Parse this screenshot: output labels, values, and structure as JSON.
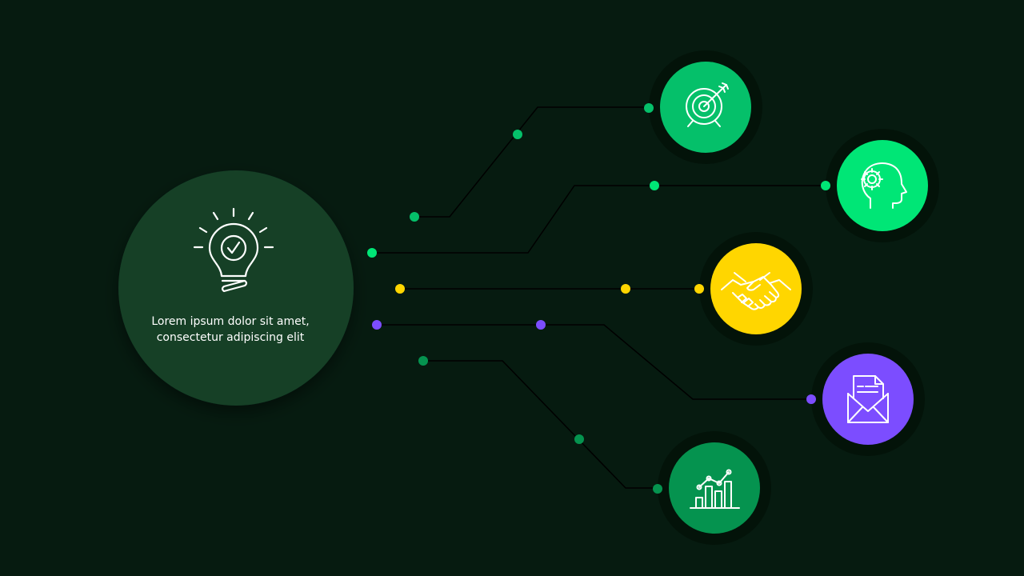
{
  "hub": {
    "caption": "Lorem ipsum dolor sit amet, consectetur adipiscing elit",
    "icon": "lightbulb-check-icon",
    "color": "#143f28"
  },
  "nodes": [
    {
      "id": "target",
      "icon": "target-icon",
      "color": "#05c06a"
    },
    {
      "id": "mind",
      "icon": "head-gear-icon",
      "color": "#00e676"
    },
    {
      "id": "partnership",
      "icon": "handshake-icon",
      "color": "#ffd600"
    },
    {
      "id": "mail",
      "icon": "mail-document-icon",
      "color": "#7c4dff"
    },
    {
      "id": "growth",
      "icon": "bar-chart-growth-icon",
      "color": "#05934f"
    }
  ],
  "colors": {
    "background": "#061b10",
    "connector": "#000000",
    "ring": "#031309",
    "dot_green": "#05c06a",
    "dot_yellow": "#ffd600",
    "dot_purple": "#7c4dff",
    "dot_dark_green": "#05934f"
  }
}
